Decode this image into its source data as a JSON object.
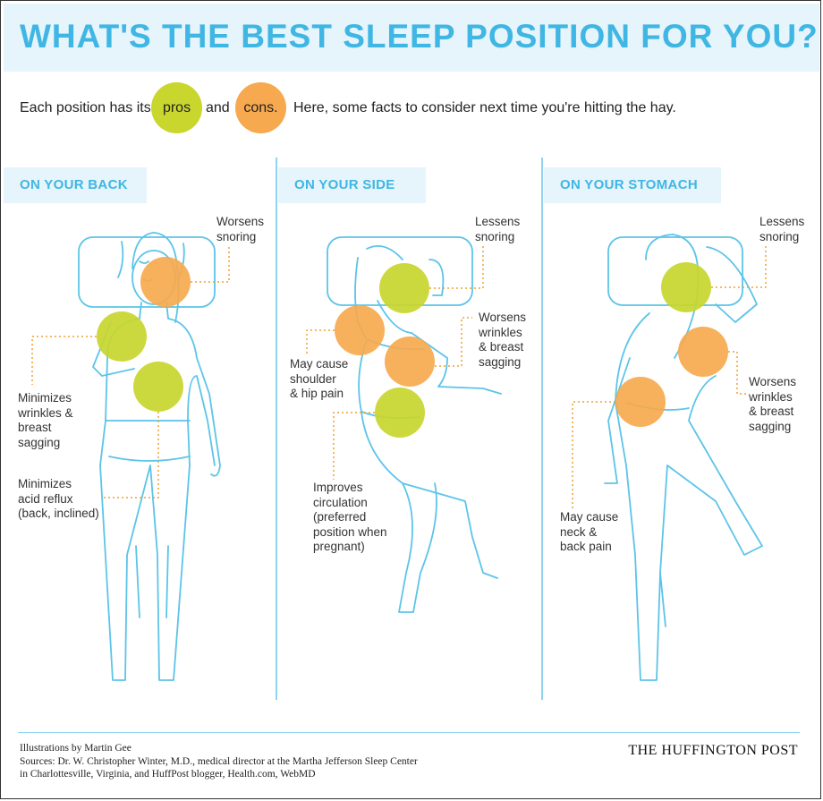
{
  "title": "WHAT'S THE BEST SLEEP POSITION FOR YOU?",
  "intro": {
    "before": "Each position has its",
    "pros": "pros",
    "and": "and",
    "cons": "cons.",
    "after": "Here, some facts to consider next time you're hitting the hay."
  },
  "colors": {
    "pro": "#c8d62e",
    "con": "#f6a94e",
    "accent": "#3fb6e4",
    "tab_bg": "#e6f4fb"
  },
  "panels": [
    {
      "heading": "ON YOUR BACK",
      "notes": [
        {
          "text": "Worsens\nsnoring",
          "kind": "con"
        },
        {
          "text": "Minimizes\nwrinkles &\nbreast\nsagging",
          "kind": "pro"
        },
        {
          "text": "Minimizes\nacid reflux\n(back, inclined)",
          "kind": "pro"
        }
      ]
    },
    {
      "heading": "ON YOUR SIDE",
      "notes": [
        {
          "text": "Lessens\nsnoring",
          "kind": "pro"
        },
        {
          "text": "Worsens\nwrinkles\n& breast\nsagging",
          "kind": "con"
        },
        {
          "text": "May cause\nshoulder\n& hip pain",
          "kind": "con"
        },
        {
          "text": "Improves\ncirculation\n(preferred\nposition when\npregnant)",
          "kind": "pro"
        }
      ]
    },
    {
      "heading": "ON YOUR STOMACH",
      "notes": [
        {
          "text": "Lessens\nsnoring",
          "kind": "pro"
        },
        {
          "text": "Worsens\nwrinkles\n& breast\nsagging",
          "kind": "con"
        },
        {
          "text": "May cause\nneck &\nback pain",
          "kind": "con"
        }
      ]
    }
  ],
  "footer": {
    "illustrations": "Illustrations by Martin Gee",
    "sources_1": "Sources: Dr. W. Christopher Winter, M.D., medical director at the Martha Jefferson Sleep Center",
    "sources_2": "in Charlottesville, Virginia, and HuffPost blogger, Health.com, WebMD",
    "brand": "THE HUFFINGTON POST"
  }
}
